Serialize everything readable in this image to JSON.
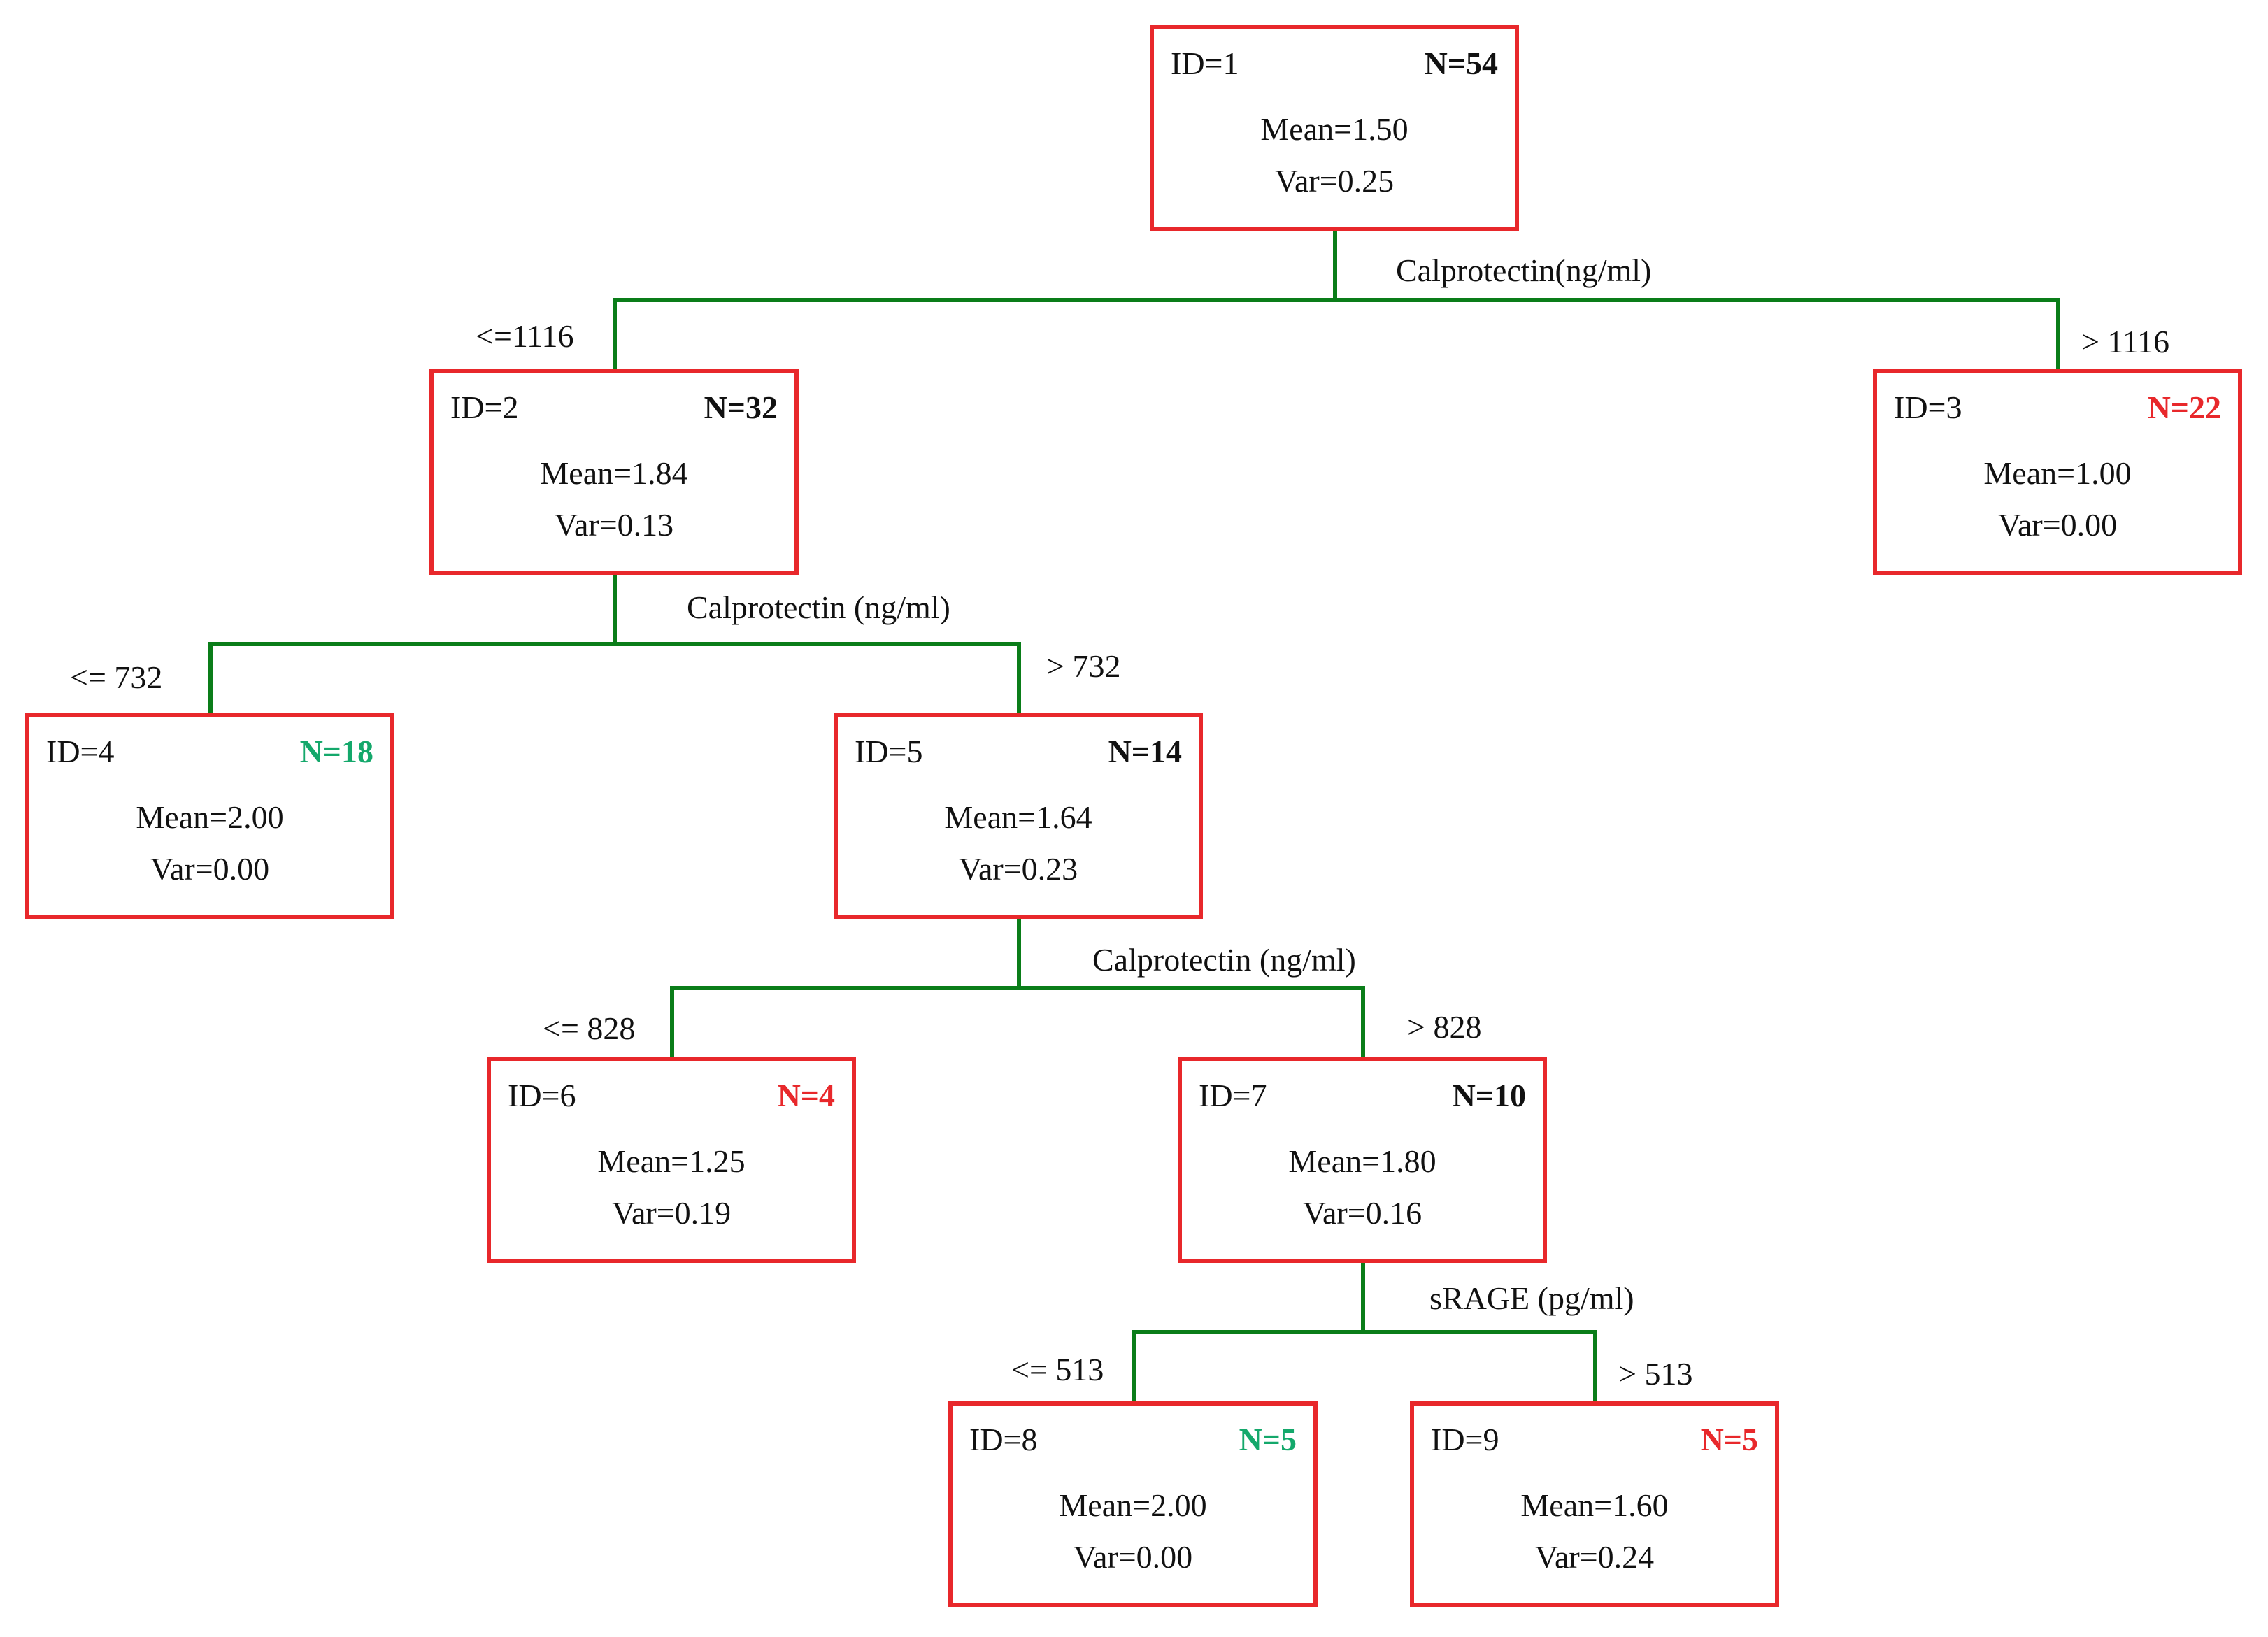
{
  "colors": {
    "border": "#e8282b",
    "connector": "#0a7d19",
    "text": "#111111",
    "n_black": "#111111",
    "n_red": "#e8282b",
    "n_green": "#14a86b"
  },
  "nodes": [
    {
      "key": "n1",
      "id": "ID=1",
      "n": "N=54",
      "n_color": "black",
      "mean": "Mean=1.50",
      "var": "Var=0.25"
    },
    {
      "key": "n2",
      "id": "ID=2",
      "n": "N=32",
      "n_color": "black",
      "mean": "Mean=1.84",
      "var": "Var=0.13"
    },
    {
      "key": "n3",
      "id": "ID=3",
      "n": "N=22",
      "n_color": "red",
      "mean": "Mean=1.00",
      "var": "Var=0.00"
    },
    {
      "key": "n4",
      "id": "ID=4",
      "n": "N=18",
      "n_color": "green",
      "mean": "Mean=2.00",
      "var": "Var=0.00"
    },
    {
      "key": "n5",
      "id": "ID=5",
      "n": "N=14",
      "n_color": "black",
      "mean": "Mean=1.64",
      "var": "Var=0.23"
    },
    {
      "key": "n6",
      "id": "ID=6",
      "n": "N=4",
      "n_color": "red",
      "mean": "Mean=1.25",
      "var": "Var=0.19"
    },
    {
      "key": "n7",
      "id": "ID=7",
      "n": "N=10",
      "n_color": "black",
      "mean": "Mean=1.80",
      "var": "Var=0.16"
    },
    {
      "key": "n8",
      "id": "ID=8",
      "n": "N=5",
      "n_color": "green",
      "mean": "Mean=2.00",
      "var": "Var=0.00"
    },
    {
      "key": "n9",
      "id": "ID=9",
      "n": "N=5",
      "n_color": "red",
      "mean": "Mean=1.60",
      "var": "Var=0.24"
    }
  ],
  "splits": [
    {
      "key": "s1",
      "variable": "Calprotectin(ng/ml)",
      "left": "<=1116",
      "right": "> 1116"
    },
    {
      "key": "s2",
      "variable": "Calprotectin (ng/ml)",
      "left": "<= 732",
      "right": "> 732"
    },
    {
      "key": "s3",
      "variable": "Calprotectin (ng/ml)",
      "left": "<= 828",
      "right": "> 828"
    },
    {
      "key": "s4",
      "variable": "sRAGE (pg/ml)",
      "left": "<= 513",
      "right": "> 513"
    }
  ]
}
